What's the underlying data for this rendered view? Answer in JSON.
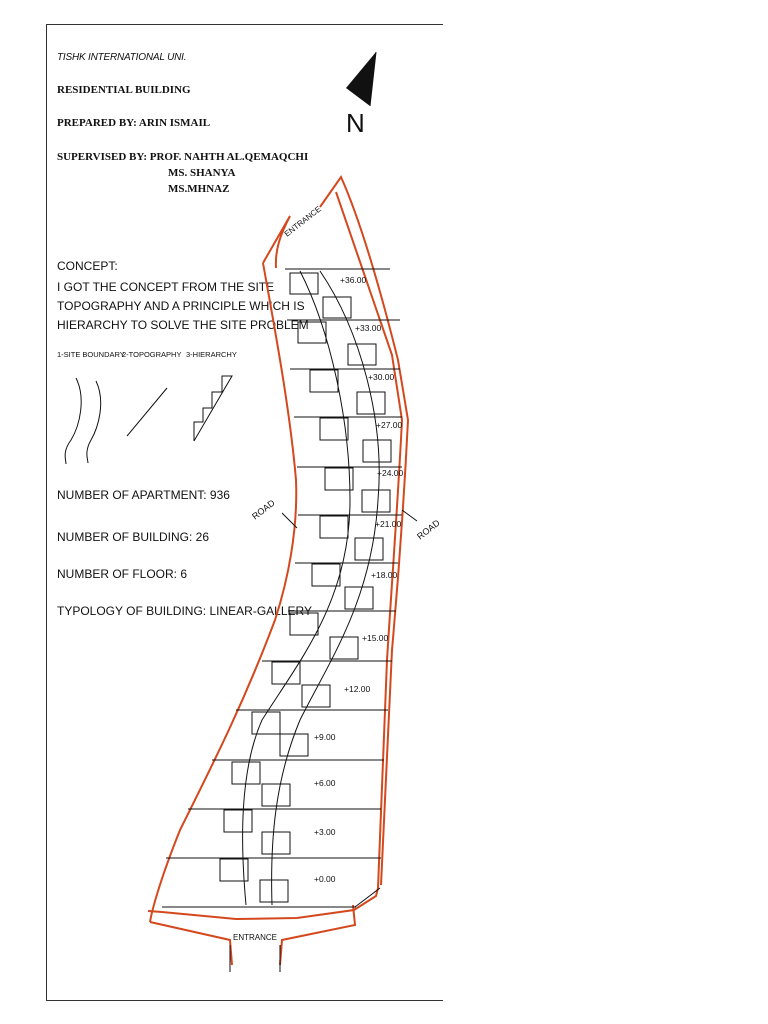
{
  "header": {
    "university": "TISHK INTERNATIONAL UNI.",
    "project_title": "RESIDENTIAL BUILDING",
    "prepared_by": "PREPARED BY: ARIN ISMAIL",
    "supervised_by": "SUPERVISED BY: PROF. NAHTH AL.QEMAQCHI",
    "supervisor_2": "MS. SHANYA",
    "supervisor_3": "MS.MHNAZ"
  },
  "concept": {
    "heading": "CONCEPT:",
    "lines": [
      "I GOT THE CONCEPT FROM THE SITE",
      "TOPOGRAPHY AND A PRINCIPLE WHICH IS",
      "HIERARCHY TO SOLVE THE SITE PROBLEM"
    ],
    "legend": [
      "1-SITE BOUNDARY",
      "2-TOPOGRAPHY",
      "3-HIERARCHY"
    ]
  },
  "stats": {
    "apartments": "NUMBER OF APARTMENT: 936",
    "buildings": "NUMBER OF BUILDING: 26",
    "floors": "NUMBER OF FLOOR: 6",
    "typology": "TYPOLOGY OF BUILDING:  LINEAR-GALLERY"
  },
  "plan": {
    "north_label": "N",
    "entrance_top": "ENTRANCE",
    "entrance_bottom": "ENTRANCE",
    "road_left": "ROAD",
    "road_right": "ROAD",
    "levels": [
      "+36.00",
      "+33.00",
      "+30.00",
      "+27.00",
      "+24.00",
      "+21.00",
      "+18.00",
      "+15.00",
      "+12.00",
      "+9.00",
      "+6.00",
      "+3.00",
      "+0.00"
    ],
    "boundary_color": "#d4481e"
  }
}
